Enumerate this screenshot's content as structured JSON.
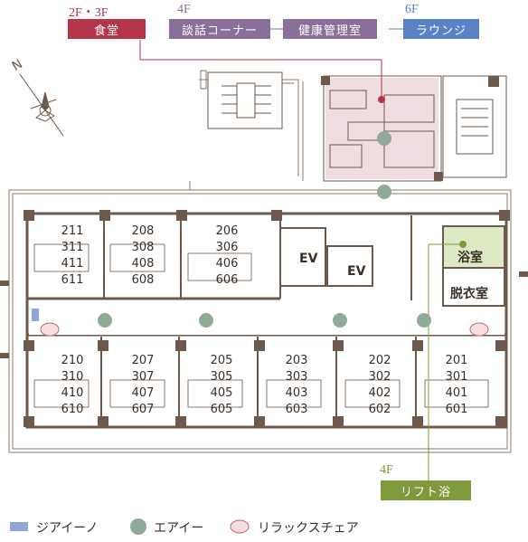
{
  "floor_labels": {
    "dining_floor": "2F・3F",
    "lounge_corner_floor": "4F",
    "lounge_floor": "6F",
    "bath_floor": "4F"
  },
  "tags": {
    "dining": "食堂",
    "chat_corner": "談話コーナー",
    "health_room": "健康管理室",
    "lounge": "ラウンジ",
    "lift_bath": "リフト浴"
  },
  "rooms_top": [
    [
      "211",
      "311",
      "411",
      "611"
    ],
    [
      "208",
      "308",
      "408",
      "608"
    ],
    [
      "206",
      "306",
      "406",
      "606"
    ]
  ],
  "rooms_bottom": [
    [
      "210",
      "310",
      "410",
      "610"
    ],
    [
      "207",
      "307",
      "407",
      "607"
    ],
    [
      "205",
      "305",
      "405",
      "605"
    ],
    [
      "203",
      "303",
      "403",
      "603"
    ],
    [
      "202",
      "302",
      "402",
      "602"
    ],
    [
      "201",
      "301",
      "401",
      "601"
    ]
  ],
  "elevators": [
    "EV",
    "EV"
  ],
  "facilities": {
    "bathroom": "浴室",
    "dressing_room": "脱衣室"
  },
  "legend": {
    "jiaino": "ジアイーノ",
    "airy": "エアイー",
    "relax_chair": "リラックスチェア"
  },
  "colors": {
    "dining": "#b5364a",
    "corner": "#8a6f9a",
    "lounge": "#5a82c6",
    "lift_bath": "#7f9a3a",
    "airy_circle": "#8fab96",
    "wall": "#6e5a4c",
    "bath_fill": "#dde8c4",
    "dining_fill": "#f0dde2"
  }
}
